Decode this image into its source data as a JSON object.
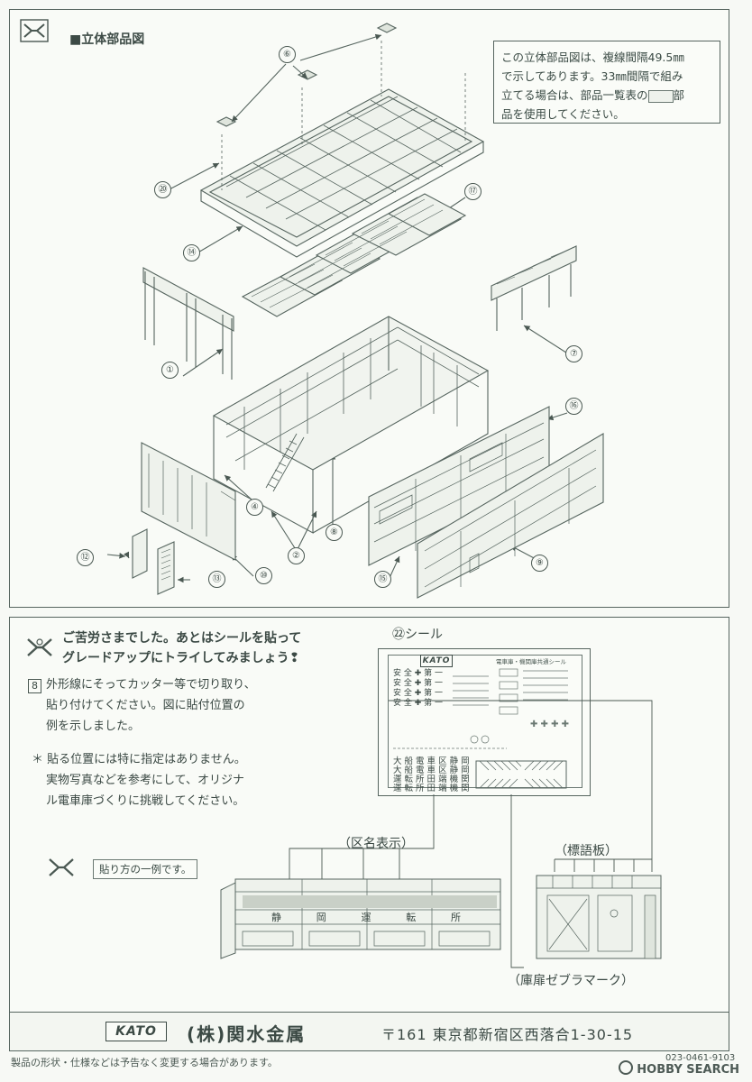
{
  "top_section": {
    "title": "■立体部品図",
    "note_lines": [
      "この立体部品図は、複線間隔49.5㎜",
      "で示してあります。33㎜間隔で組み",
      "立てる場合は、部品一覧表の",
      "部",
      "品を使用してください。"
    ],
    "callouts": [
      "⑥",
      "⑳",
      "⑭",
      "⑰",
      "①",
      "⑦",
      "⑯",
      "④",
      "②",
      "⑧",
      "⑫",
      "⑬",
      "⑩",
      "⑮",
      "⑨"
    ]
  },
  "mid_section": {
    "headline_1": "ご苦労さまでした。あとはシールを貼って",
    "headline_2": "グレードアップにトライしてみましょう❢",
    "step_num": "8",
    "step_lines": [
      "外形線にそってカッター等で切り取り、",
      "貼り付けてください。図に貼付位置の",
      "例を示しました。"
    ],
    "note_lines": [
      "＊ 貼る位置には特に指定はありません。",
      "実物写真などを参考にして、オリジナ",
      "ル電車庫づくりに挑戦してください。"
    ],
    "caption": "貼り方の一例です。",
    "sticker_title": "㉒シール",
    "sticker_brand": "KATO",
    "sticker_small_header": "電車庫・機関庫共通シール",
    "sticker_rows": [
      "安 全 ✚ 第 一",
      "安 全 ✚ 第 一",
      "安 全 ✚ 第 一",
      "安 全 ✚ 第 一"
    ],
    "sticker_grid": [
      "大 船 電 車 区 静 岡",
      "大 船 電 車 区 静 岡",
      "運 転 所 田 端 機 関",
      "運 転 所 田 端 機 関"
    ],
    "label_kumei": "（区名表示）",
    "label_hyougoban": "（標語板）",
    "label_zebra": "（庫扉ゼブラマーク）",
    "facade_chars": [
      "静",
      "岡",
      "運",
      "転",
      "所"
    ]
  },
  "footer": {
    "brand": "KATO",
    "company": "(株)関水金属",
    "address": "〒161 東京都新宿区西落合1-30-15",
    "disclaimer": "製品の形状・仕様などは予告なく変更する場合があります。",
    "code": "023-0461-9103",
    "watermark": "HOBBY SEARCH"
  }
}
